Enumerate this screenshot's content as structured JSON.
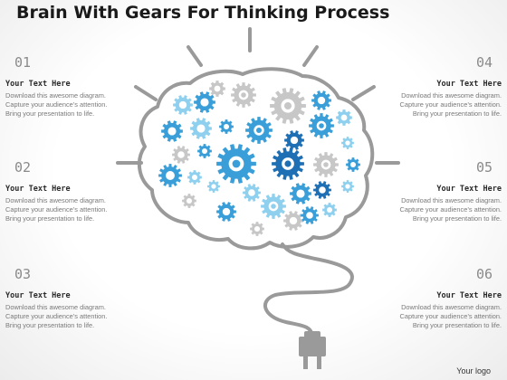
{
  "title": "Brain With Gears For Thinking Process",
  "items": [
    {
      "num": "01",
      "heading": "Your Text Here",
      "lines": [
        "Download this awesome diagram.",
        "Capture your audience’s attention.",
        "Bring your presentation to life."
      ]
    },
    {
      "num": "02",
      "heading": "Your Text Here",
      "lines": [
        "Download this awesome diagram.",
        "Capture your audience’s attention.",
        "Bring your presentation to life."
      ]
    },
    {
      "num": "03",
      "heading": "Your Text Here",
      "lines": [
        "Download this awesome diagram.",
        "Capture your audience’s attention.",
        "Bring your presentation to life."
      ]
    },
    {
      "num": "04",
      "heading": "Your Text Here",
      "lines": [
        "Download this awesome diagram.",
        "Capture your audience’s attention.",
        "Bring your presentation to life."
      ]
    },
    {
      "num": "05",
      "heading": "Your Text Here",
      "lines": [
        "Download this awesome diagram.",
        "Capture your audience’s attention.",
        "Bring your presentation to life."
      ]
    },
    {
      "num": "06",
      "heading": "Your Text Here",
      "lines": [
        "Download this awesome diagram.",
        "Capture your audience’s attention.",
        "Bring your presentation to life."
      ]
    }
  ],
  "logo": "Your logo",
  "colors": {
    "outline": "#9a9a9a",
    "gear_dark": "#1f6fb5",
    "gear_mid": "#3a9fd8",
    "gear_light": "#8fd0ef",
    "gear_gray": "#c7c7c7",
    "plug": "#9a9a9a"
  },
  "icons": [
    "brain-outline-icon",
    "gear-icon",
    "light-ray-icon",
    "electric-plug-icon"
  ]
}
